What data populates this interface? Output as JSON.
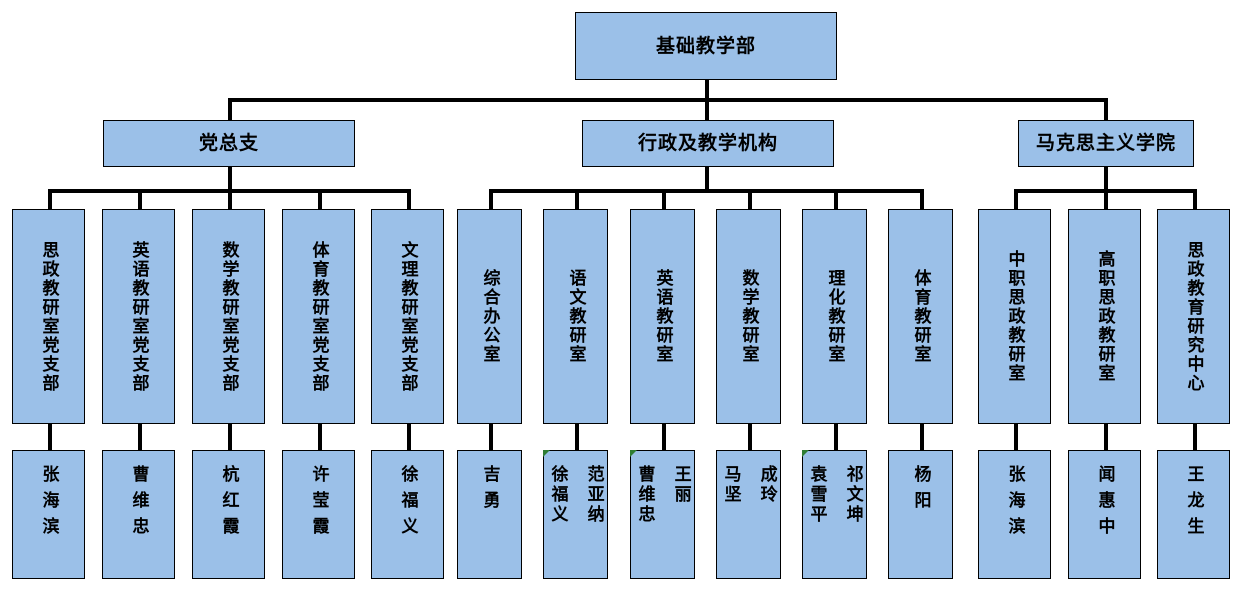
{
  "meta": {
    "title": "基础教学部组织机构图",
    "box_fill": "#9BC0E8",
    "box_border": "#000000",
    "connector_color": "#000000",
    "background": "#FFFFFF"
  },
  "root": {
    "label": "基础教学部"
  },
  "divisions": [
    {
      "id": "party",
      "label": "党总支"
    },
    {
      "id": "admin",
      "label": "行政及教学机构"
    },
    {
      "id": "marxism",
      "label": "马克思主义学院"
    }
  ],
  "units": [
    {
      "id": "u1",
      "parent": "party",
      "label": "思政教研室党支部",
      "names": [
        "张海滨"
      ],
      "corner_mark": false
    },
    {
      "id": "u2",
      "parent": "party",
      "label": "英语教研室党支部",
      "names": [
        "曹维忠"
      ],
      "corner_mark": false
    },
    {
      "id": "u3",
      "parent": "party",
      "label": "数学教研室党支部",
      "names": [
        "杭红霞"
      ],
      "corner_mark": false
    },
    {
      "id": "u4",
      "parent": "party",
      "label": "体育教研室党支部",
      "names": [
        "许莹霞"
      ],
      "corner_mark": false
    },
    {
      "id": "u5",
      "parent": "party",
      "label": "文理教研室党支部",
      "names": [
        "徐福义"
      ],
      "corner_mark": false
    },
    {
      "id": "u6",
      "parent": "admin",
      "label": "综合办公室",
      "names": [
        "吉勇"
      ],
      "corner_mark": false
    },
    {
      "id": "u7",
      "parent": "admin",
      "label": "语文教研室",
      "names": [
        "范亚纳",
        "徐福义"
      ],
      "corner_mark": true
    },
    {
      "id": "u8",
      "parent": "admin",
      "label": "英语教研室",
      "names": [
        "王丽",
        "曹维忠"
      ],
      "corner_mark": true
    },
    {
      "id": "u9",
      "parent": "admin",
      "label": "数学教研室",
      "names": [
        "成玲",
        "马坚"
      ],
      "corner_mark": false
    },
    {
      "id": "u10",
      "parent": "admin",
      "label": "理化教研室",
      "names": [
        "祁文坤",
        "袁雪平"
      ],
      "corner_mark": true
    },
    {
      "id": "u11",
      "parent": "admin",
      "label": "体育教研室",
      "names": [
        "杨阳"
      ],
      "corner_mark": false
    },
    {
      "id": "u12",
      "parent": "marxism",
      "label": "中职思政教研室",
      "names": [
        "张海滨"
      ],
      "corner_mark": false
    },
    {
      "id": "u13",
      "parent": "marxism",
      "label": "高职思政教研室",
      "names": [
        "闻惠中"
      ],
      "corner_mark": false
    },
    {
      "id": "u14",
      "parent": "marxism",
      "label": "思政教育研究中心",
      "names": [
        "王龙生"
      ],
      "corner_mark": false
    }
  ]
}
